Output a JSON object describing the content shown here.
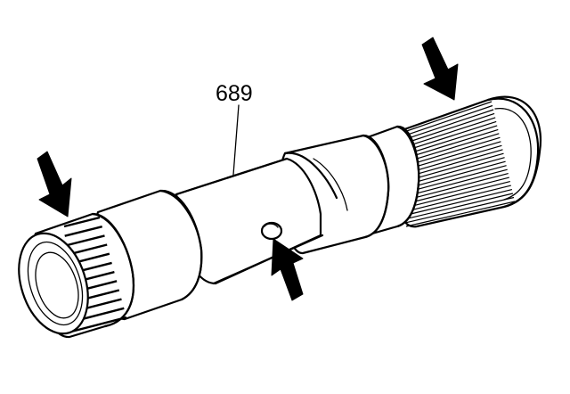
{
  "figure": {
    "callouts": [
      {
        "id": "part-number",
        "text": "689"
      }
    ],
    "part": "input shaft",
    "icons": {
      "arrow_left_spline": "arrow-icon",
      "arrow_right_spline": "arrow-icon",
      "arrow_oil_hole": "arrow-icon"
    },
    "colors": {
      "line": "#000000",
      "background": "#ffffff"
    }
  }
}
